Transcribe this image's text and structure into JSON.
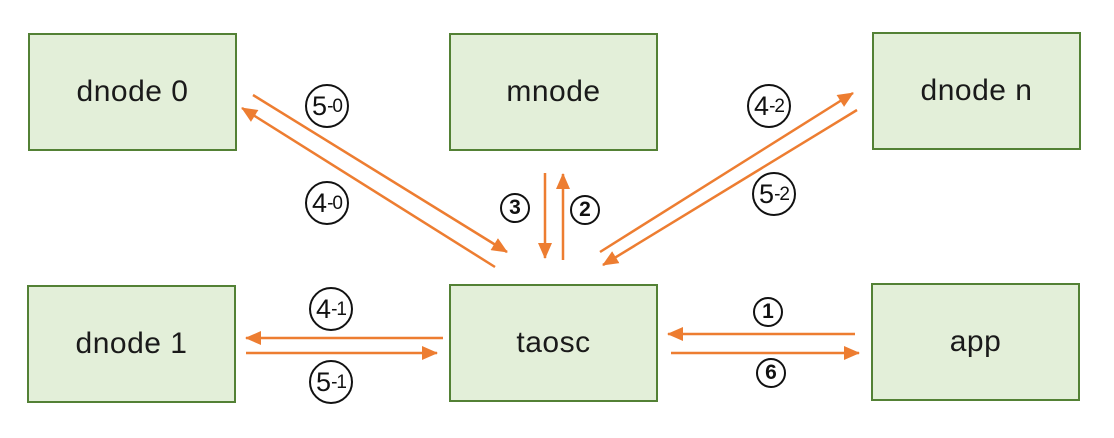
{
  "diagram": {
    "description": "message flow diagram between app, taosc, mnode and dnodes"
  },
  "colors": {
    "node_fill": "#e3efd9",
    "node_border": "#538135",
    "arrow": "#ed7d31",
    "badge_border": "#111111",
    "text": "#1a1a1a",
    "background": "#ffffff"
  },
  "nodes": [
    {
      "id": "dnode0",
      "label": "dnode 0"
    },
    {
      "id": "mnode",
      "label": "mnode"
    },
    {
      "id": "dnoden",
      "label": "dnode n"
    },
    {
      "id": "dnode1",
      "label": "dnode 1"
    },
    {
      "id": "taosc",
      "label": "taosc"
    },
    {
      "id": "app",
      "label": "app"
    }
  ],
  "edges": [
    {
      "id": "5-0",
      "digit": "5",
      "suffix": "-0",
      "from": "dnode 0",
      "to": "taosc"
    },
    {
      "id": "4-0",
      "digit": "4",
      "suffix": "-0",
      "from": "taosc",
      "to": "dnode 0"
    },
    {
      "id": "4-2",
      "digit": "4",
      "suffix": "-2",
      "from": "taosc",
      "to": "dnode n"
    },
    {
      "id": "5-2",
      "digit": "5",
      "suffix": "-2",
      "from": "dnode n",
      "to": "taosc"
    },
    {
      "id": "3",
      "label": "3",
      "from": "mnode",
      "to": "taosc"
    },
    {
      "id": "2",
      "label": "2",
      "from": "taosc",
      "to": "mnode"
    },
    {
      "id": "4-1",
      "digit": "4",
      "suffix": "-1",
      "from": "taosc",
      "to": "dnode 1"
    },
    {
      "id": "5-1",
      "digit": "5",
      "suffix": "-1",
      "from": "dnode 1",
      "to": "taosc"
    },
    {
      "id": "1",
      "label": "1",
      "from": "app",
      "to": "taosc"
    },
    {
      "id": "6",
      "label": "6",
      "from": "taosc",
      "to": "app"
    }
  ]
}
